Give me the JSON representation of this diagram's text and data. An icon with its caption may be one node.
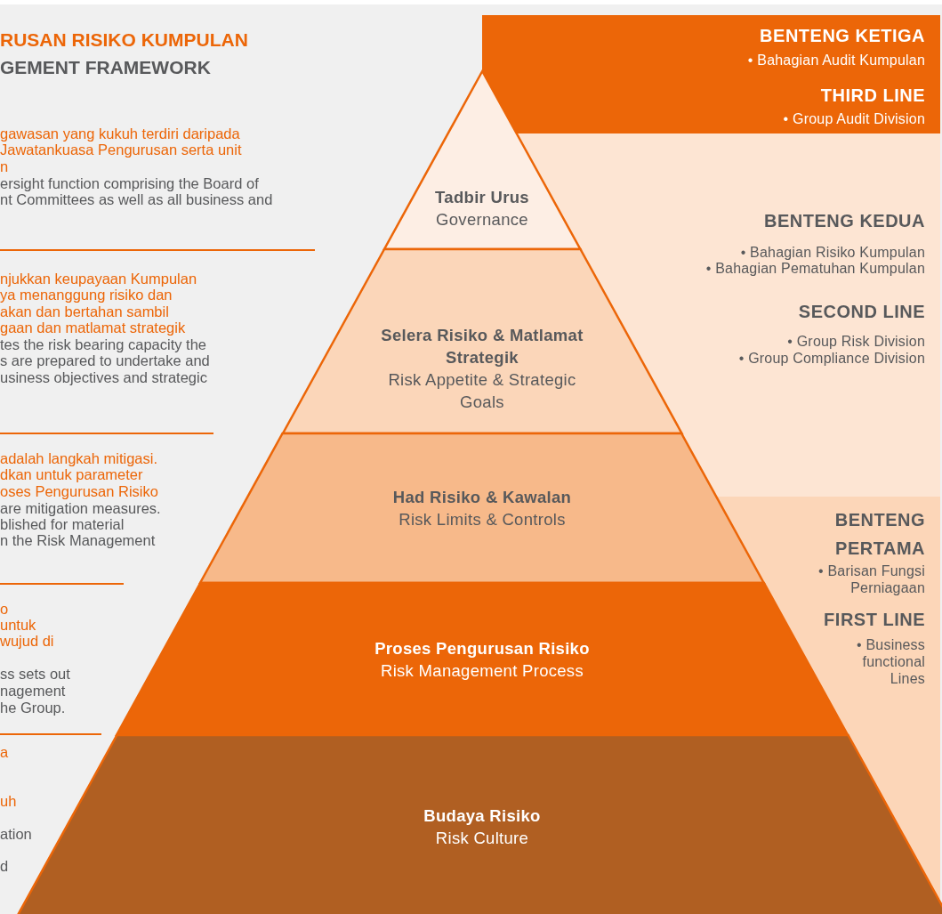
{
  "diagram": {
    "nodes": [
      {
        "text": [
          "BENTENG KETIGA",
          "• Bahagian Audit Kumpulan",
          "THIRD LINE",
          "• Group Audit Division"
        ]
      },
      {
        "text": [
          "Tadbir Urus",
          "Governance"
        ]
      },
      {
        "text": [
          "BENTENG KEDUA",
          "• Bahagian Risiko Kumpulan",
          "• Bahagian Pematuhan Kumpulan",
          "SECOND LINE",
          "• Group Risk Division",
          "• Group Compliance Division"
        ]
      },
      {
        "text": [
          "Selera Risiko & Matlamat Strategik",
          "Risk Appetite & Strategic Goals"
        ]
      },
      {
        "text": [
          "Had Risiko & Kawalan",
          "Risk Limits & Controls"
        ]
      },
      {
        "text": [
          "BENTENG PERTAMA",
          "• Barisan Fungsi Perniagaan",
          "FIRST LINE",
          "• Business functional Lines"
        ]
      },
      {
        "text": [
          "Proses Pengurusan Risiko",
          "Risk Management Process"
        ]
      },
      {
        "text": [
          "Budaya Risiko",
          "Risk Culture"
        ]
      }
    ],
    "labels": [
      "RUSAN RISIKO KUMPULAN",
      "GEMENT FRAMEWORK",
      "gawasan yang kukuh terdiri daripada",
      "Jawatankuasa Pengurusan serta unit",
      "n",
      "ersight function comprising the Board of",
      "nt Committees as well as all business and",
      "njukkan keupayaan Kumpulan",
      "ya menanggung risiko dan",
      "akan dan bertahan sambil",
      "gaan dan matlamat strategik",
      "tes the risk bearing capacity the",
      "s are prepared to undertake and",
      "usiness objectives and strategic",
      "adalah langkah mitigasi.",
      "dkan untuk parameter",
      "oses Pengurusan Risiko",
      "are mitigation measures.",
      "blished for material",
      "n the Risk Management",
      "o",
      "untuk",
      "wujud di",
      "ss sets out",
      "nagement",
      "he Group.",
      "a",
      "uh",
      "ation",
      "d"
    ]
  }
}
